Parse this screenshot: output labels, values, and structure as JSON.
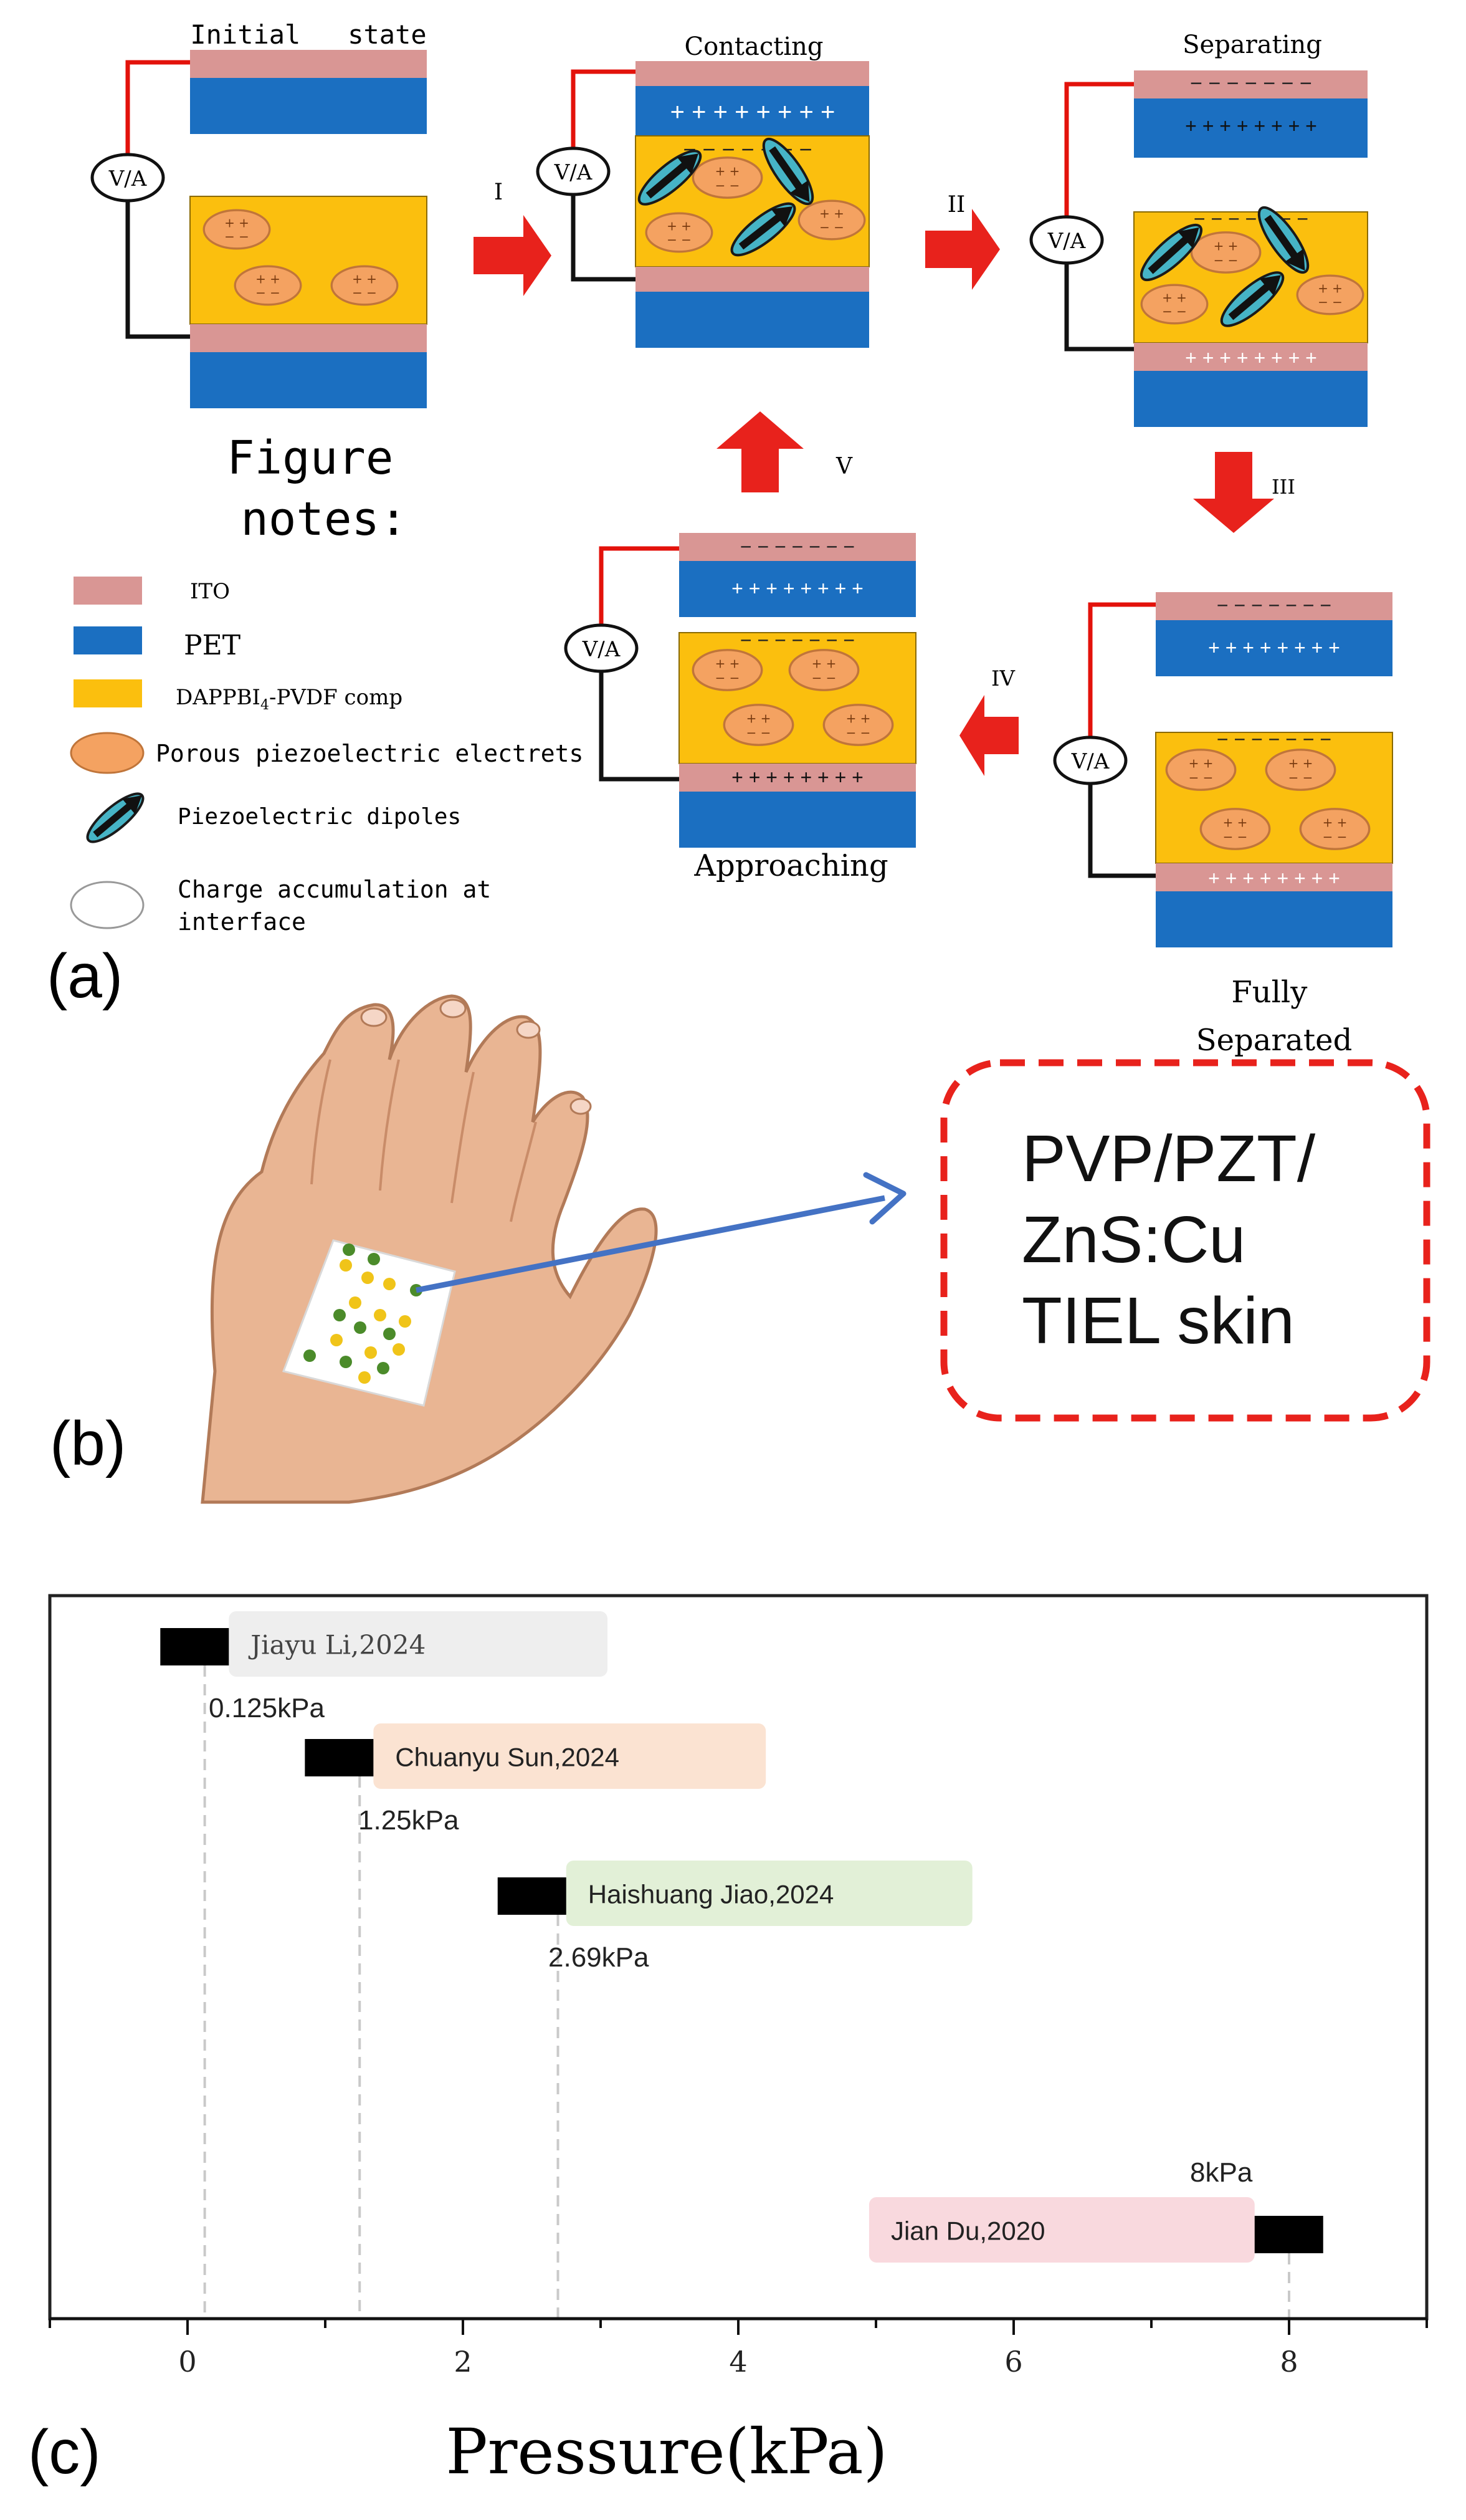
{
  "panel_a": {
    "label": "(a)",
    "meter_label": "V/A",
    "stages": [
      {
        "title": "Initial   state"
      },
      {
        "title": "Contacting"
      },
      {
        "title": "Separating"
      },
      {
        "title": "Fully Separated"
      },
      {
        "title": "Approaching"
      }
    ],
    "step_labels": [
      "I",
      "II",
      "III",
      "IV",
      "V"
    ],
    "plus_row": "+ + + + + + + +",
    "minus_row": "− − − − − − −",
    "electret_plus": "+ +",
    "electret_minus": "− −",
    "notes_title_line1": "Figure",
    "notes_title_line2": "notes:",
    "legend": [
      {
        "label": "ITO",
        "color": "#d99694"
      },
      {
        "label": "PET",
        "color": "#1b6fc1"
      },
      {
        "label": "DAPPBI",
        "sub": "4",
        "label_tail": "-PVDF comp",
        "color": "#fbbf0e"
      },
      {
        "label": "Porous piezoelectric electrets",
        "color": "#f4a261"
      },
      {
        "label": "Piezoelectric dipoles",
        "color": "#46b4c6"
      },
      {
        "label": "Charge accumulation at",
        "label2": "interface",
        "color": "#ffffff"
      }
    ]
  },
  "panel_b": {
    "label": "(b)",
    "callout_lines": [
      "PVP/PZT/",
      "ZnS:Cu",
      "TIEL skin"
    ],
    "colors": {
      "callout_border": "#e8221c",
      "arrow": "#4472c4",
      "dot_green": "#4b8b2a",
      "dot_yellow": "#f0c419"
    }
  },
  "panel_c": {
    "label": "(c)",
    "chart_data": {
      "type": "bar",
      "xlabel": "Pressure(kPa)",
      "xlim": [
        -1,
        9
      ],
      "xticks": [
        0,
        2,
        4,
        6,
        8
      ],
      "series": [
        {
          "name": "Jiayu Li,2024",
          "value": 0.125,
          "value_label": "0.125kPa",
          "bar_range": [
            0.3,
            3.05
          ],
          "color": "#eeeeee"
        },
        {
          "name": "Chuanyu Sun,2024",
          "value": 1.25,
          "value_label": "1.25kPa",
          "bar_range": [
            1.35,
            4.2
          ],
          "color": "#fbe3d2"
        },
        {
          "name": "Haishuang Jiao,2024",
          "value": 2.69,
          "value_label": "2.69kPa",
          "bar_range": [
            2.75,
            5.7
          ],
          "color": "#e2f0d7"
        },
        {
          "name": "Jian Du,2020",
          "value": 8,
          "value_label": "8kPa",
          "bar_range": [
            4.95,
            7.75
          ],
          "color": "#f9d9de"
        }
      ]
    }
  }
}
